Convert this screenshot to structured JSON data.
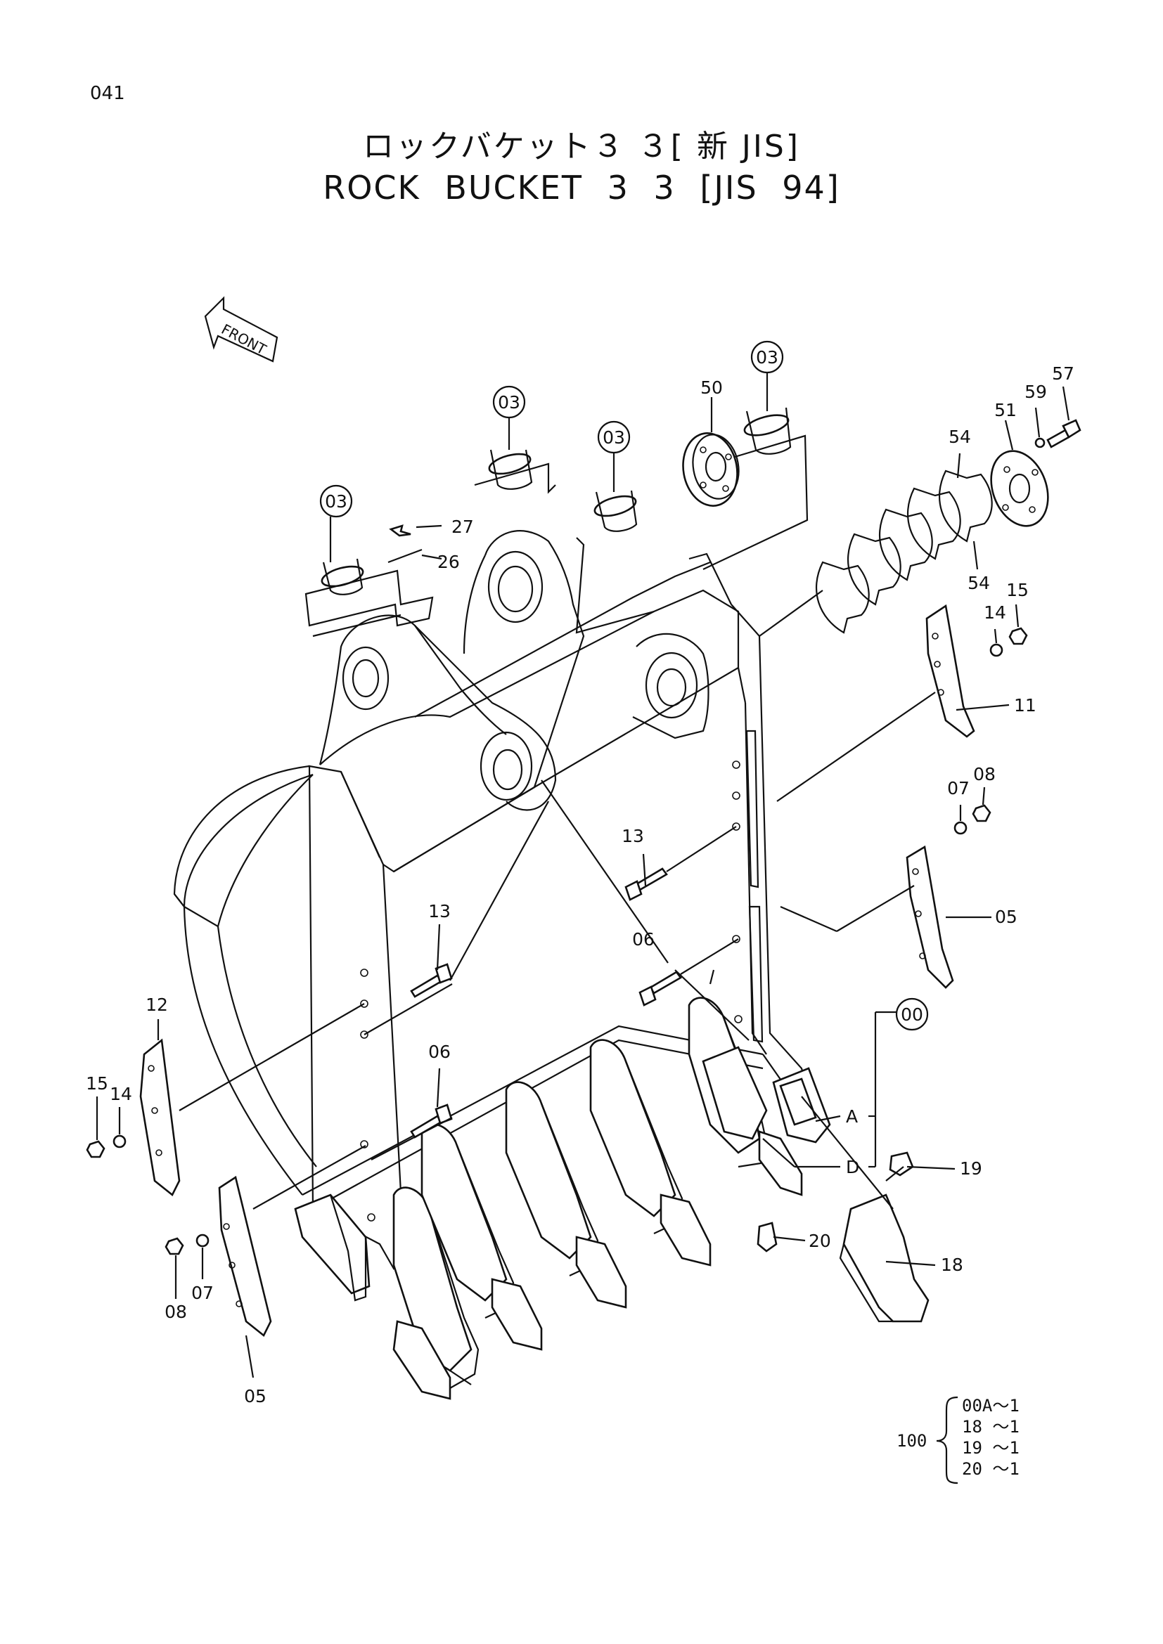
{
  "page_number": "041",
  "title_jp": "ロックバケット３ ３[ 新 JIS]",
  "title_en": "ROCK   BUCKET   3 3 [JIS 94]",
  "front_label": "FRONT",
  "callouts": {
    "c03a": "03",
    "c03b": "03",
    "c03c": "03",
    "c03d": "03",
    "c00": "00",
    "p50": "50",
    "p51": "51",
    "p57": "57",
    "p59": "59",
    "p54a": "54",
    "p54b": "54",
    "p27": "27",
    "p26": "26",
    "p14a": "14",
    "p15a": "15",
    "p11": "11",
    "p07a": "07",
    "p08a": "08",
    "p05a": "05",
    "p13a": "13",
    "p13b": "13",
    "p06a": "06",
    "p06b": "06",
    "p12": "12",
    "p14b": "14",
    "p15b": "15",
    "p08b": "08",
    "p07b": "07",
    "p05b": "05",
    "pA": "A",
    "pD": "D",
    "p19": "19",
    "p20": "20",
    "p18": "18"
  },
  "kit": {
    "number": "100",
    "lines": [
      "00A～1",
      "18  ～1",
      "19  ～1",
      "20  ～1"
    ]
  }
}
